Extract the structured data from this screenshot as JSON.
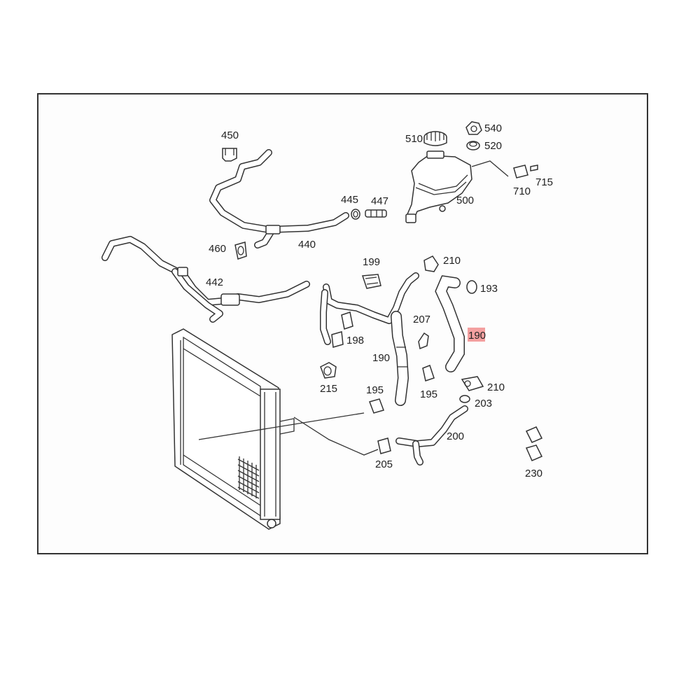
{
  "labels": {
    "p450": "450",
    "p445": "445",
    "p447": "447",
    "p440": "440",
    "p460": "460",
    "p442": "442",
    "p510": "510",
    "p540": "540",
    "p520": "520",
    "p500": "500",
    "p710": "710",
    "p715": "715",
    "p199": "199",
    "p210a": "210",
    "p193": "193",
    "p207": "207",
    "p190a": "190",
    "p190b": "190",
    "p198": "198",
    "p215": "215",
    "p195a": "195",
    "p195b": "195",
    "p210b": "210",
    "p203": "203",
    "p200": "200",
    "p205": "205",
    "p230": "230"
  },
  "highlight_color": "#f4a0a0"
}
